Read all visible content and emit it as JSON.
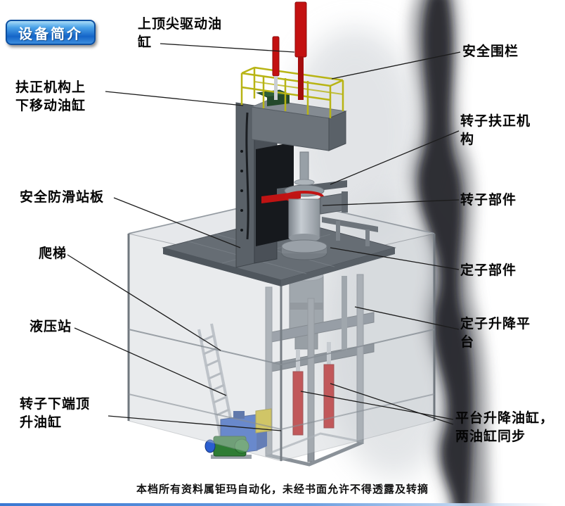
{
  "badge": {
    "label": "设备简介"
  },
  "labels": {
    "top_drive_cylinder": "上顶尖驱动油\n缸",
    "safety_fence": "安全围栏",
    "centering_lift_cylinder": "扶正机构上\n下移动油缸",
    "rotor_centering_mechanism": "转子扶正机\n构",
    "anti_slip_platform": "安全防滑站板",
    "rotor_parts": "转子部件",
    "ladder": "爬梯",
    "stator_parts": "定子部件",
    "hydraulic_station": "液压站",
    "stator_lift_platform": "定子升降平\n台",
    "rotor_bottom_jack_cylinder": "转子下端顶\n升油缸",
    "platform_lift_cylinders": "平台升降油缸，\n两油缸同步"
  },
  "footer": {
    "text": "本档所有资料属钜玛自动化，未经书面允许不得透露及转摘"
  },
  "colors": {
    "badge_blue": "#1565c8",
    "cylinder_red": "#c31111",
    "railing_yellow": "#b8b414",
    "hydraulic_blue": "#2256c6",
    "pump_green": "#2e7c34",
    "structure_gray": "#6d747b"
  }
}
